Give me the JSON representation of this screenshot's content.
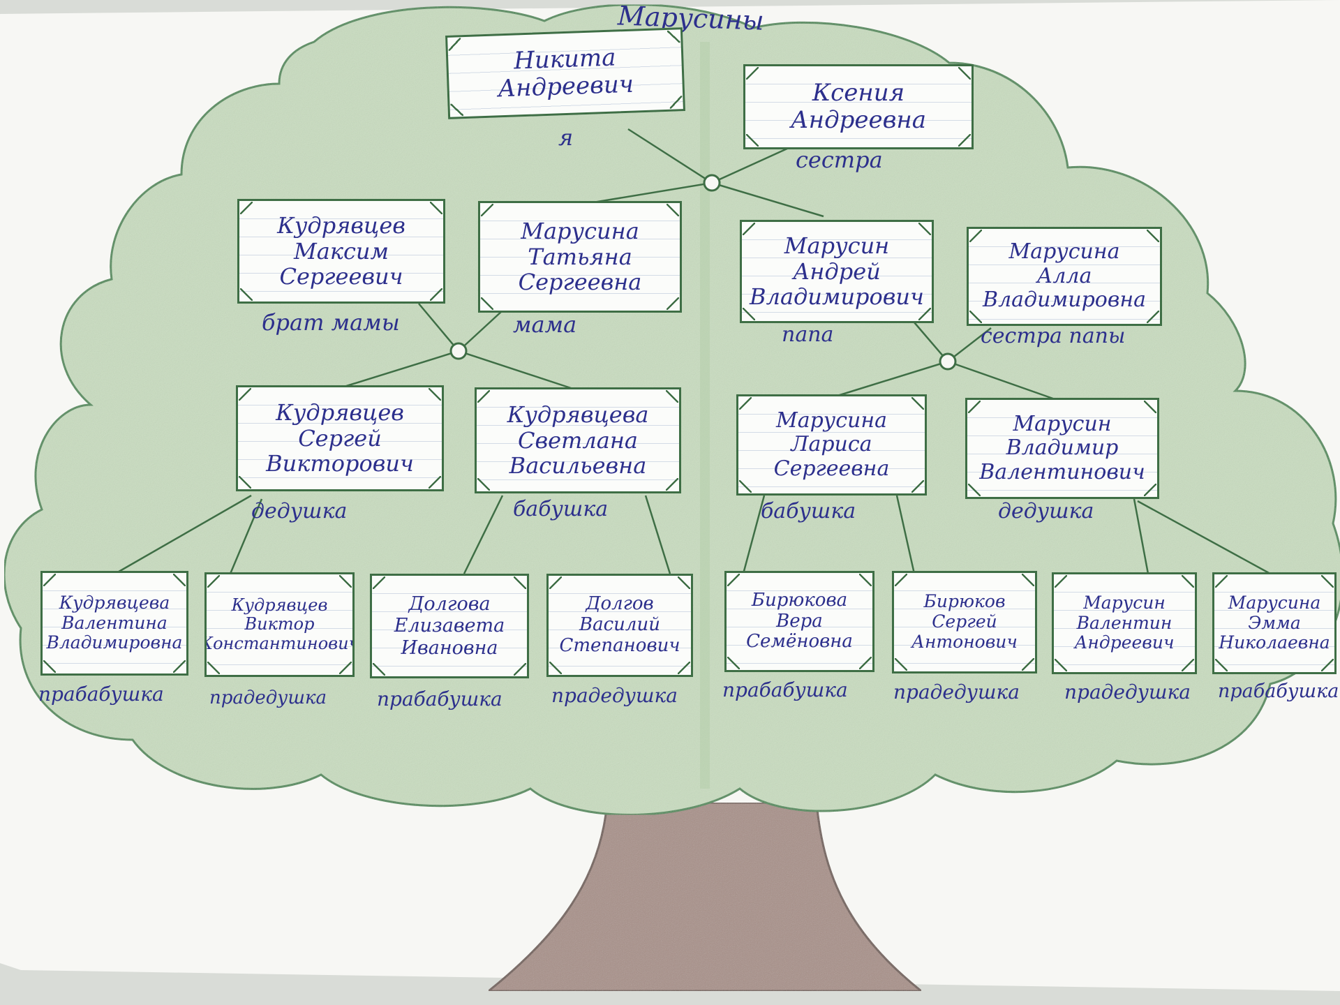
{
  "family_name": "Марусины",
  "people": [
    {
      "id": "nikita",
      "lines": [
        "Никита",
        "Андреевич"
      ],
      "role": "я"
    },
    {
      "id": "kseniya",
      "lines": [
        "Ксения",
        "Андреевна"
      ],
      "role": "сестра"
    },
    {
      "id": "kudryavtsev-maksim",
      "lines": [
        "Кудрявцев",
        "Максим",
        "Сергеевич"
      ],
      "role": "брат мамы"
    },
    {
      "id": "marusina-tatyana",
      "lines": [
        "Марусина",
        "Татьяна",
        "Сергеевна"
      ],
      "role": "мама"
    },
    {
      "id": "marusin-andrey",
      "lines": [
        "Марусин",
        "Андрей",
        "Владимирович"
      ],
      "role": "папа"
    },
    {
      "id": "marusina-alla",
      "lines": [
        "Марусина",
        "Алла",
        "Владимировна"
      ],
      "role": "сестра папы"
    },
    {
      "id": "kudryavtsev-sergey",
      "lines": [
        "Кудрявцев",
        "Сергей",
        "Викторович"
      ],
      "role": "дедушка"
    },
    {
      "id": "kudryavtseva-svetlana",
      "lines": [
        "Кудрявцева",
        "Светлана",
        "Васильевна"
      ],
      "role": "бабушка"
    },
    {
      "id": "marusina-larisa",
      "lines": [
        "Марусина",
        "Лариса",
        "Сергеевна"
      ],
      "role": "бабушка"
    },
    {
      "id": "marusin-vladimir",
      "lines": [
        "Марусин",
        "Владимир",
        "Валентинович"
      ],
      "role": "дедушка"
    },
    {
      "id": "kudryavtseva-valentina",
      "lines": [
        "Кудрявцева",
        "Валентина",
        "Владимировна"
      ],
      "role": "прабабушка"
    },
    {
      "id": "kudryavtsev-viktor",
      "lines": [
        "Кудрявцев",
        "Виктор",
        "Константинович"
      ],
      "role": "прадедушка"
    },
    {
      "id": "dolgova-elizaveta",
      "lines": [
        "Долгова",
        "Елизавета",
        "Ивановна"
      ],
      "role": "прабабушка"
    },
    {
      "id": "dolgov-vasiliy",
      "lines": [
        "Долгов",
        "Василий",
        "Степанович"
      ],
      "role": "прадедушка"
    },
    {
      "id": "biryukova-vera",
      "lines": [
        "Бирюкова",
        "Вера",
        "Семёновна"
      ],
      "role": "прабабушка"
    },
    {
      "id": "biryukov-sergey",
      "lines": [
        "Бирюков",
        "Сергей",
        "Антонович"
      ],
      "role": "прадедушка"
    },
    {
      "id": "marusin-valentin",
      "lines": [
        "Марусин",
        "Валентин",
        "Андреевич"
      ],
      "role": "прадедушка"
    },
    {
      "id": "marusina-emma",
      "lines": [
        "Марусина",
        "Эмма",
        "Николаевна"
      ],
      "role": "прабабушка"
    }
  ],
  "colors": {
    "crown": "#c9ddc0",
    "crown_outline": "#4f8a58",
    "trunk": "#a89088",
    "trunk_outline": "#6f5d57",
    "ink": "#2c2f8c",
    "box_border": "#3e6e45"
  }
}
